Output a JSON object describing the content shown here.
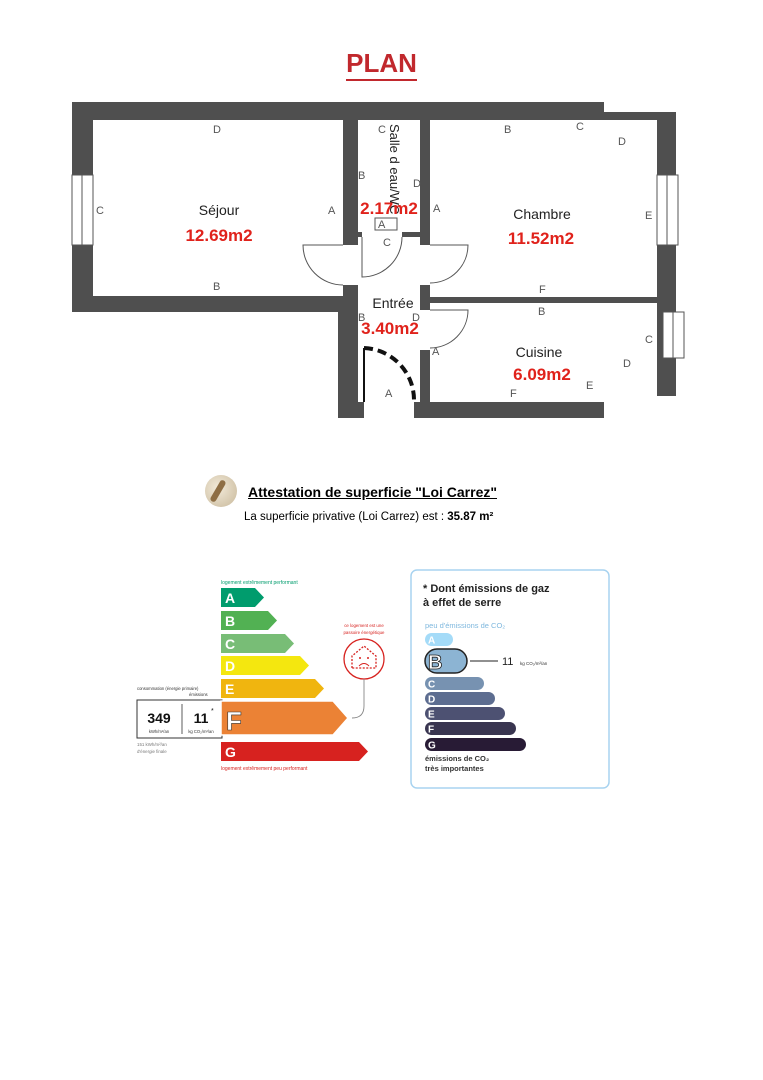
{
  "page_title": "PLAN",
  "plan": {
    "rooms": [
      {
        "name": "Séjour",
        "area": "12.69m2"
      },
      {
        "name": "Salle d eau/WC",
        "area": "2.17m2"
      },
      {
        "name": "Chambre",
        "area": "11.52m2"
      },
      {
        "name": "Entrée",
        "area": "3.40m2"
      },
      {
        "name": "Cuisine",
        "area": "6.09m2"
      }
    ],
    "wall_letters": [
      "A",
      "B",
      "C",
      "D",
      "E",
      "F"
    ]
  },
  "attestation": {
    "heading": "Attestation de superficie \"Loi Carrez\"",
    "text": "La superficie privative (Loi Carrez) est :",
    "value": "35.87 m²"
  },
  "dpe": {
    "top_caption": "logement extrêmement performant",
    "bottom_caption": "logement extrêmement peu performant",
    "classes": [
      "A",
      "B",
      "C",
      "D",
      "E",
      "F",
      "G"
    ],
    "class_colors": [
      "#009c6d",
      "#52b153",
      "#78bd76",
      "#f4e70f",
      "#f0b50f",
      "#eb8235",
      "#d7221f"
    ],
    "current_class": "F",
    "consumption_label": "consommation (énergie primaire)",
    "emissions_label": "émissions",
    "consumption_value": "349",
    "consumption_unit": "kWh/m²/an",
    "emissions_value": "11",
    "emissions_sup": "*",
    "emissions_unit": "kg CO₂/m²/an",
    "final_energy": "151 kWh/m²/an",
    "final_energy_label": "d'énergie finale",
    "passoire_note_1": "ce logement est une",
    "passoire_note_2": "passoire énergétique"
  },
  "ges": {
    "heading_1": "* Dont émissions de gaz",
    "heading_2": "à effet de serre",
    "top_caption": "peu d'émissions de CO₂",
    "bottom_caption_1": "émissions de CO₂",
    "bottom_caption_2": "très importantes",
    "classes": [
      "A",
      "B",
      "C",
      "D",
      "E",
      "F",
      "G"
    ],
    "class_colors": [
      "#a4dbf8",
      "#8cb4d3",
      "#7792b1",
      "#5d6d90",
      "#4d5172",
      "#393550",
      "#281b35"
    ],
    "current_class": "B",
    "value": "11",
    "unit": "kg CO₂/m²/an"
  }
}
